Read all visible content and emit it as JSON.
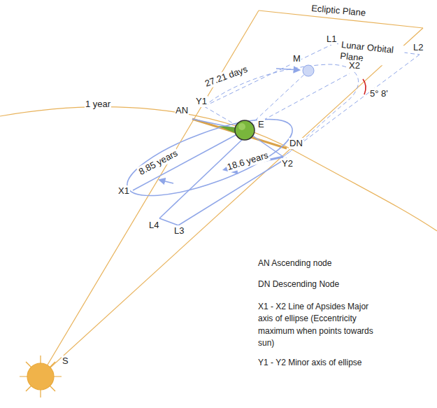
{
  "diagram": {
    "labels": [
      "Ecliptic Plane",
      "L1",
      "Lunar Orbital Plane",
      "L2",
      "M",
      "X2",
      "27.21 days",
      "1 year",
      "AN",
      "Y1",
      "E",
      "DN",
      "Y2",
      "5° 8'",
      "8.85 years",
      "18.6 years",
      "X1",
      "L4",
      "L3",
      "S",
      "AN Ascending node",
      "DN Descending Node",
      "X1 - X2 Line of Apsides Major axis of ellipse (Eccentricity maximum when points towards sun)",
      "Y1 - Y2 Minor axis of ellipse"
    ]
  }
}
